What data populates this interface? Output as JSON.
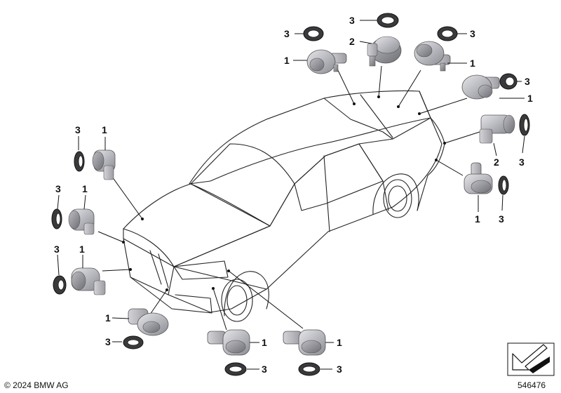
{
  "footer": {
    "copyright": "© 2024 BMW AG",
    "diagram_number": "546476"
  },
  "part_numbers": {
    "sensor": "1",
    "sensor_alt": "2",
    "ring": "3"
  },
  "callouts": [
    {
      "id": "top-left-ring",
      "text": "3"
    },
    {
      "id": "top-left-sensor",
      "text": "1"
    },
    {
      "id": "top-center-ring",
      "text": "3"
    },
    {
      "id": "top-center-sensor",
      "text": "2"
    },
    {
      "id": "top-right-ring",
      "text": "3"
    },
    {
      "id": "top-right-sensor",
      "text": "1"
    },
    {
      "id": "rear-upper-ring",
      "text": "3"
    },
    {
      "id": "rear-upper-sensor",
      "text": "1"
    },
    {
      "id": "rear-mid-sensor",
      "text": "2"
    },
    {
      "id": "rear-mid-ring",
      "text": "3"
    },
    {
      "id": "rear-low-sensor",
      "text": "1"
    },
    {
      "id": "rear-low-ring",
      "text": "3"
    },
    {
      "id": "left-1-ring",
      "text": "3"
    },
    {
      "id": "left-1-sensor",
      "text": "1"
    },
    {
      "id": "left-2-ring",
      "text": "3"
    },
    {
      "id": "left-2-sensor",
      "text": "1"
    },
    {
      "id": "left-3-ring",
      "text": "3"
    },
    {
      "id": "left-3-sensor",
      "text": "1"
    },
    {
      "id": "front-low-sensor",
      "text": "1"
    },
    {
      "id": "front-low-ring",
      "text": "3"
    },
    {
      "id": "bottom-1-sensor",
      "text": "1"
    },
    {
      "id": "bottom-1-ring",
      "text": "3"
    },
    {
      "id": "bottom-2-sensor",
      "text": "1"
    },
    {
      "id": "bottom-2-ring",
      "text": "3"
    }
  ]
}
